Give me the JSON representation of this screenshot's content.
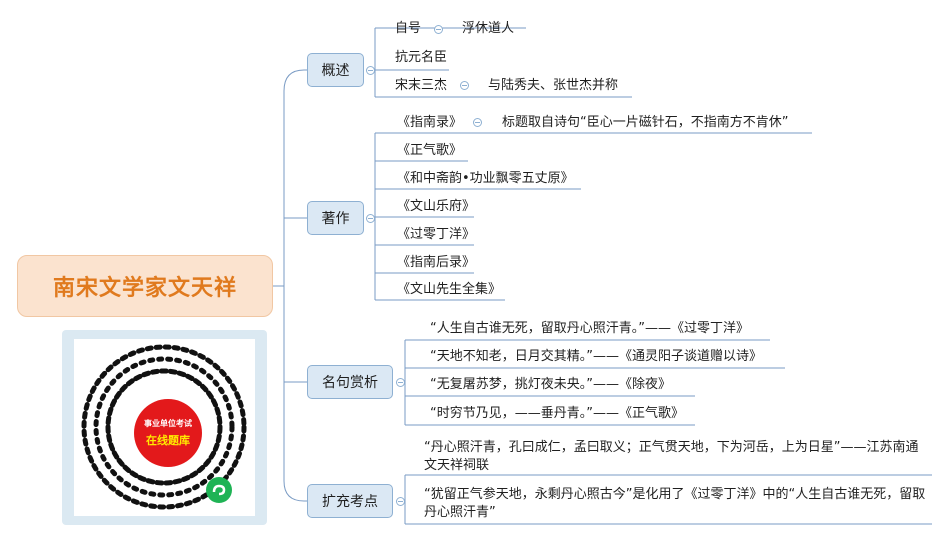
{
  "root": {
    "title": "南宋文学家文天祥"
  },
  "branches": [
    {
      "label": "概述",
      "items": [
        {
          "text": "自号",
          "note": "浮休道人"
        },
        {
          "text": "抗元名臣"
        },
        {
          "text": "宋末三杰",
          "note": "与陆秀夫、张世杰并称"
        }
      ]
    },
    {
      "label": "著作",
      "items": [
        {
          "text": "《指南录》",
          "note": "标题取自诗句“臣心一片磁针石，不指南方不肯休”"
        },
        {
          "text": "《正气歌》"
        },
        {
          "text": "《和中斋韵•功业飘零五丈原》"
        },
        {
          "text": "《文山乐府》"
        },
        {
          "text": "《过零丁洋》"
        },
        {
          "text": "《指南后录》"
        },
        {
          "text": "《文山先生全集》"
        }
      ]
    },
    {
      "label": "名句赏析",
      "items": [
        {
          "text": "“人生自古谁无死，留取丹心照汗青。”——《过零丁洋》"
        },
        {
          "text": "“天地不知老，日月交其精。”——《通灵阳子谈道赠以诗》"
        },
        {
          "text": "“无复屠苏梦，挑灯夜未央。”——《除夜》"
        },
        {
          "text": "“时穷节乃见，——垂丹青。”——《正气歌》"
        }
      ]
    },
    {
      "label": "扩充考点",
      "items": [
        {
          "text": "“丹心照汗青，孔曰成仁，孟曰取义；正气贯天地，下为河岳，上为日星”——江苏南通文天祥祠联"
        },
        {
          "text": "“犹留正气参天地，永剩丹心照古今”是化用了《过零丁洋》中的“人生自古谁无死，留取丹心照汗青”"
        }
      ]
    }
  ],
  "qr": {
    "badge_line1": "事业单位考试",
    "badge_line2": "在线题库"
  },
  "colors": {
    "root_bg": "#fbe3cf",
    "root_text": "#e07a1e",
    "branch_bg": "#dbe8f4",
    "line": "#7a9bc4"
  }
}
